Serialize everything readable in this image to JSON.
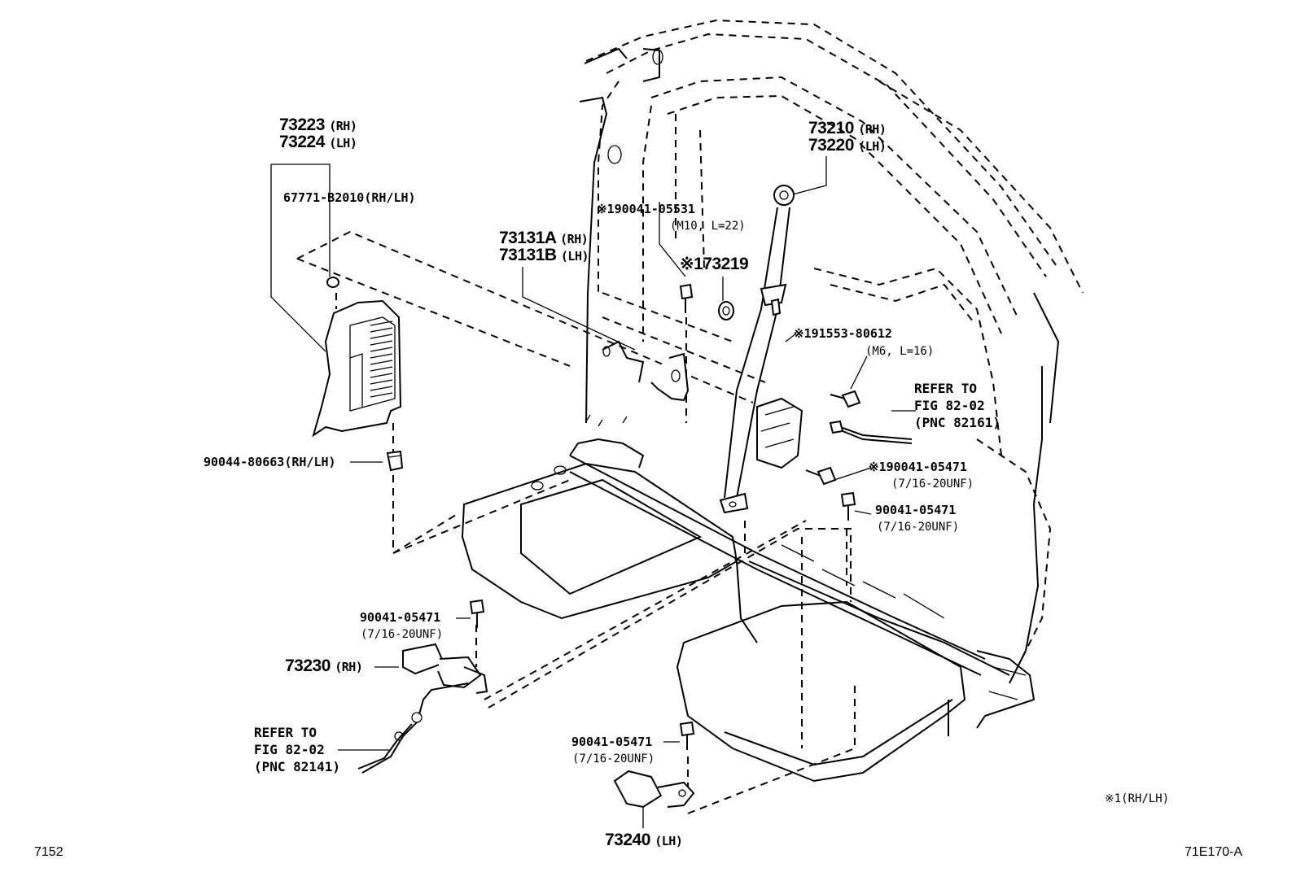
{
  "callouts": {
    "quarter_trim_rh": "73223",
    "quarter_trim_rh_side": "(RH)",
    "quarter_trim_lh": "73224",
    "quarter_trim_lh_side": "(LH)",
    "clip_67771": "67771-B2010(RH/LH)",
    "clip_90044": "90044-80663(RH/LH)",
    "outer_belt_rh": "73210",
    "outer_belt_rh_side": "(RH)",
    "outer_belt_lh": "73220",
    "outer_belt_lh_side": "(LH)",
    "bolt_05531": "※190041-05531",
    "bolt_05531_spec": "(M10, L=22)",
    "anchor_rh": "73131A",
    "anchor_rh_side": "(RH)",
    "anchor_lh": "73131B",
    "anchor_lh_side": "(LH)",
    "nut_173219": "※173219",
    "bolt_191553": "※191553-80612",
    "bolt_191553_spec": "(M6, L=16)",
    "refer_right_1": "REFER TO",
    "refer_right_2": "FIG 82-02",
    "refer_right_3": "(PNC 82161)",
    "bolt_05471_a": "※190041-05471",
    "bolt_05471_a_spec": "(7/16-20UNF)",
    "bolt_05471_b": "90041-05471",
    "bolt_05471_b_spec": "(7/16-20UNF)",
    "bolt_05471_c": "90041-05471",
    "bolt_05471_c_spec": "(7/16-20UNF)",
    "buckle_rh": "73230",
    "buckle_rh_side": "(RH)",
    "refer_left_1": "REFER TO",
    "refer_left_2": "FIG 82-02",
    "refer_left_3": "(PNC 82141)",
    "bolt_05471_d": "90041-05471",
    "bolt_05471_d_spec": "(7/16-20UNF)",
    "buckle_lh": "73240",
    "buckle_lh_side": "(LH)"
  },
  "footer": {
    "note": "※1(RH/LH)",
    "page_number": "7152",
    "figure_code": "71E170-A"
  }
}
